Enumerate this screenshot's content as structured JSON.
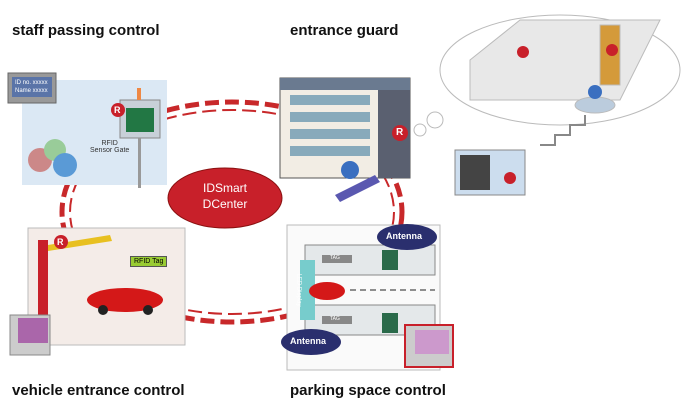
{
  "labels": {
    "staff": "staff passing control",
    "entrance": "entrance guard",
    "vehicle": "vehicle entrance control",
    "parking": "parking space control"
  },
  "center": {
    "line1": "IDSmart",
    "line2": "DCenter"
  },
  "staff": {
    "monitor_line1": "ID no. xxxxx",
    "monitor_line2": "Name xxxxx",
    "gate_line1": "RFID",
    "gate_line2": "Sensor Gate",
    "reader": "R"
  },
  "vehicle": {
    "tag": "RFID Tag",
    "reader": "R"
  },
  "parking": {
    "antenna_top": "Antenna",
    "antenna_bottom": "Antenna",
    "tag": "TAG",
    "led": "LED Display"
  },
  "entrance": {
    "reader": "R"
  },
  "colors": {
    "ring": "#c8282a",
    "center": "#c8202a",
    "antenna": "#2a2f6e",
    "panel": "#dbe8f4"
  }
}
